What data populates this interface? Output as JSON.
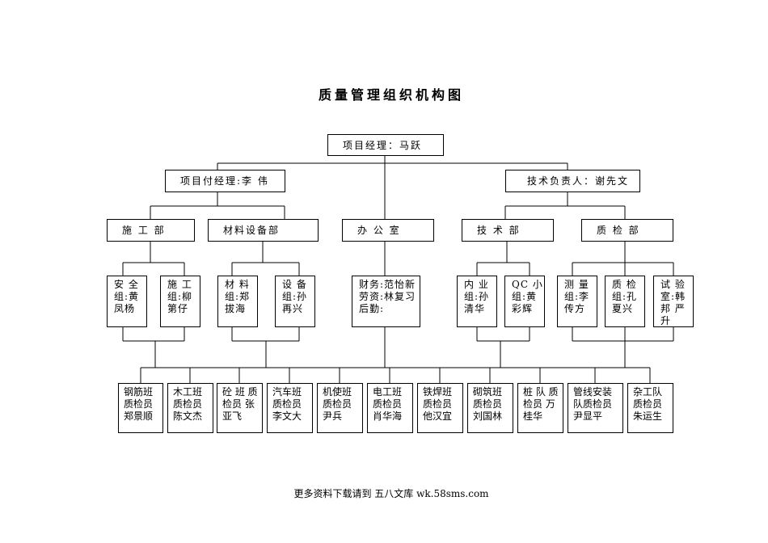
{
  "title": "质量管理组织机构图",
  "manager": "项目经理：马跃",
  "deputy": "项目付经理:李 伟",
  "tech_lead": "技术负责人：谢先文",
  "departments": [
    "施 工 部",
    "材料设备部",
    "办 公 室",
    "技 术 部",
    "质 检 部"
  ],
  "groups": [
    "安 全 组:黄凤杨",
    "施 工 组:柳第仔",
    "材 料 组:郑拔海",
    "设 备 组:孙再兴",
    "财务:范怡新 劳资:林复习 后勤:",
    "内 业 组:孙清华",
    "QC 小组:黄彩辉",
    "测 量 组:李传方",
    "质 检 组:孔夏兴",
    "试 验 室:韩邦 严升"
  ],
  "teams": [
    "钢筋班 质检员 郑景顺",
    "木工班 质检员 陈文杰",
    "砼 班 质检员 张亚飞",
    "汽车班 质检员 李文大",
    "机使班 质检员 尹兵",
    "电工班 质检员 肖华海",
    "铁焊班 质检员 他汉宜",
    "砌筑班 质检员 刘国林",
    "桩 队 质检员 万桂华",
    "管线安装 队质检员 尹显平",
    "杂工队 质检员 朱运生"
  ],
  "footer": "更多资料下载请到 五八文库 wk.58sms.com"
}
